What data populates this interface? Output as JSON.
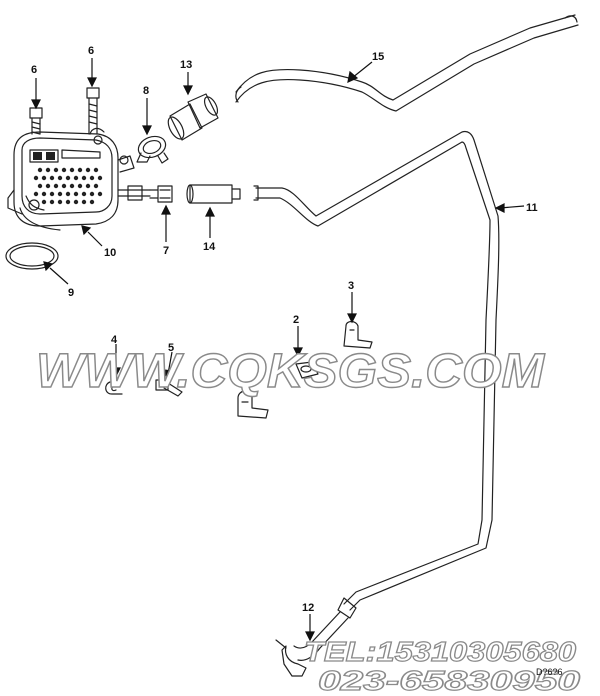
{
  "callouts": {
    "c1": "6",
    "c2": "6",
    "c3": "8",
    "c4": "13",
    "c5": "15",
    "c6": "10",
    "c7": "9",
    "c8": "7",
    "c9": "14",
    "c10": "11",
    "c11": "3",
    "c12": "2",
    "c13": "4",
    "c14": "5",
    "c15": "12"
  },
  "watermark": {
    "site": "WWW.CQKSGS.COM",
    "phone": "TEL:15310305680",
    "phone2": "023-65830950"
  },
  "drawing_code": "D?6?6",
  "colors": {
    "line": "#222222",
    "watermark_fill": "#ffffff",
    "watermark_stroke": "#8a8a8a"
  }
}
